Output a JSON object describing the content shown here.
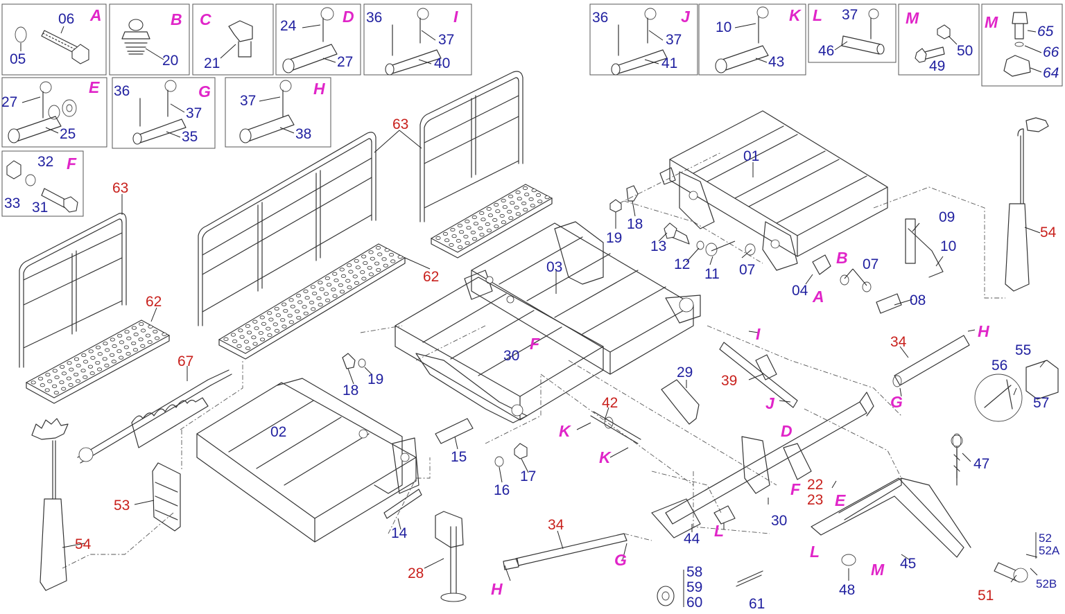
{
  "colors": {
    "blue": "#1f1f9f",
    "red": "#c8201c",
    "magenta": "#e025c8"
  },
  "detail_boxes": [
    {
      "letter": "A",
      "parts": [
        "06",
        "05"
      ]
    },
    {
      "letter": "B",
      "parts": [
        "20"
      ]
    },
    {
      "letter": "C",
      "parts": [
        "21"
      ]
    },
    {
      "letter": "D",
      "parts": [
        "24",
        "27"
      ]
    },
    {
      "letter": "I",
      "parts": [
        "36",
        "37",
        "40"
      ]
    },
    {
      "letter": "J",
      "parts": [
        "36",
        "37",
        "41"
      ]
    },
    {
      "letter": "K",
      "parts": [
        "10",
        "43"
      ]
    },
    {
      "letter": "L",
      "parts": [
        "37",
        "46"
      ]
    },
    {
      "letter": "M",
      "parts": [
        "50",
        "49"
      ]
    },
    {
      "letter": "M",
      "parts": [
        "65",
        "66",
        "64"
      ]
    },
    {
      "letter": "E",
      "parts": [
        "27",
        "25"
      ]
    },
    {
      "letter": "G",
      "parts": [
        "36",
        "37",
        "35"
      ]
    },
    {
      "letter": "H",
      "parts": [
        "37",
        "38"
      ]
    },
    {
      "letter": "F",
      "parts": [
        "32",
        "33",
        "31"
      ]
    }
  ],
  "labels": {
    "p63a": "63",
    "p63b": "63",
    "p62a": "62",
    "p62b": "62",
    "p67": "67",
    "p54a": "54",
    "p54b": "54",
    "p53": "53",
    "p28": "28",
    "p34a": "34",
    "p34b": "34",
    "p39": "39",
    "p42": "42",
    "p22": "22",
    "p23": "23",
    "p51": "51",
    "p01": "01",
    "p02": "02",
    "p03": "03",
    "p04": "04",
    "p07a": "07",
    "p07b": "07",
    "p08": "08",
    "p09": "09",
    "p10": "10",
    "p11": "11",
    "p12": "12",
    "p13": "13",
    "p14": "14",
    "p15": "15",
    "p16": "16",
    "p17": "17",
    "p18a": "18",
    "p18b": "18",
    "p19a": "19",
    "p19b": "19",
    "p29": "29",
    "p30a": "30",
    "p30b": "30",
    "p44": "44",
    "p45": "45",
    "p47": "47",
    "p48": "48",
    "p52": "52",
    "p52a": "52A",
    "p52b": "52B",
    "p55": "55",
    "p56": "56",
    "p57": "57",
    "p58": "58",
    "p59": "59",
    "p60": "60",
    "p61": "61"
  },
  "callouts": {
    "A": "A",
    "B": "B",
    "D": "D",
    "E": "E",
    "F1": "F",
    "F2": "F",
    "G1": "G",
    "G2": "G",
    "H1": "H",
    "H2": "H",
    "I": "I",
    "J": "J",
    "K1": "K",
    "K2": "K",
    "L1": "L",
    "L2": "L",
    "M": "M"
  }
}
